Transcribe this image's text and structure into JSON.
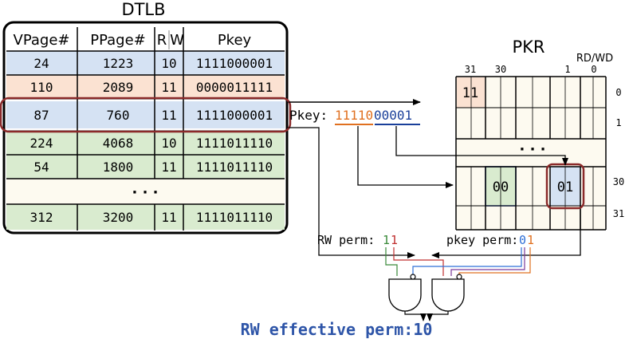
{
  "dtlb": {
    "title": "DTLB",
    "headers": {
      "vpage": "VPage#",
      "ppage": "PPage#",
      "r": "R",
      "w": "W",
      "pkey": "Pkey"
    },
    "rows": [
      {
        "vpage": "24",
        "ppage": "1223",
        "rw": "10",
        "pkey": "1111000001",
        "color": "#d5e2f3"
      },
      {
        "vpage": "110",
        "ppage": "2089",
        "rw": "11",
        "pkey": "0000011111",
        "color": "#fbe2d2"
      },
      {
        "vpage": "87",
        "ppage": "760",
        "rw": "11",
        "pkey": "1111000001",
        "color": "#d5e2f3"
      },
      {
        "vpage": "224",
        "ppage": "4068",
        "rw": "10",
        "pkey": "1111011110",
        "color": "#d9ebcf"
      },
      {
        "vpage": "54",
        "ppage": "1800",
        "rw": "11",
        "pkey": "1111011110",
        "color": "#d9ebcf"
      },
      {
        "ellipsis": "· · ·",
        "color": "#fdfaf0"
      },
      {
        "vpage": "312",
        "ppage": "3200",
        "rw": "11",
        "pkey": "1111011110",
        "color": "#d9ebcf"
      }
    ]
  },
  "pkey_label": {
    "prefix": "Pkey:",
    "high_bits": "11110",
    "low_bits": "00001"
  },
  "pkr": {
    "title": "PKR",
    "rdwd_label": "RD/WD",
    "col_labels": {
      "c31": "31",
      "c30": "30",
      "c1": "1",
      "c0": "0"
    },
    "row_labels": {
      "r0": "0",
      "r1": "1",
      "r30": "30",
      "r31": "31"
    },
    "ellipsis": "· · ·",
    "cell_top": "11",
    "cell_mid": "00",
    "cell_sel": "01"
  },
  "rw_perm": {
    "label": "RW perm:",
    "bit1": "1",
    "bit0": "1"
  },
  "pkey_perm": {
    "label": "pkey perm:",
    "bit1": "0",
    "bit0": "1"
  },
  "effective": {
    "label": "RW effective perm:10"
  },
  "colors": {
    "blue_row": "#d5e2f3",
    "salmon_row": "#fbe2d2",
    "green_row": "#d9ebcf",
    "highlight": "#8b2a2a",
    "orange": "#e07020",
    "navy": "#1a3f9a",
    "green_wire": "#3a8a3a",
    "red_wire": "#c03030",
    "effective": "#2e55a8"
  }
}
